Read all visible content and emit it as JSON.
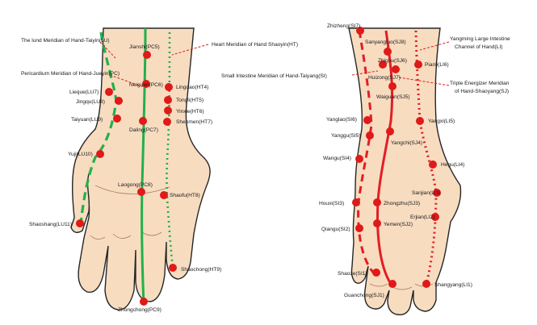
{
  "colors": {
    "skin": "#f7dcc0",
    "skin_shade": "#ecc7a4",
    "outline": "#262626",
    "point": "#e01919",
    "green": "#22b04b",
    "red": "#e31e24",
    "leader": "#d82020"
  },
  "left_hand": {
    "meridians": [
      {
        "id": "lu",
        "label": "The lund Meridian of Hand-Taiyin(LU)"
      },
      {
        "id": "pc",
        "label": "Pericardium Meridian of Hand-Jueyin(PC)"
      },
      {
        "id": "ht",
        "label": "Heart Meridian of Hand Shaoyin(HT)"
      }
    ],
    "points": {
      "jianshi": "Jianshi(PC5)",
      "neiguan": "Neiguan(PC6)",
      "lingdao": "Lingdao(HT4)",
      "lieque": "Lieque(LU7)",
      "tongli": "Tongli(HT5)",
      "jingqu": "Jingqu(LU8)",
      "yinxie": "Yinxie(HT6)",
      "taiyuan": "Taiyuan(LU9)",
      "daling": "Daling(PC7)",
      "shenmen": "Shenmen(HT7)",
      "yuji": "Yuji(LU10)",
      "laogong": "Laogong(PC8)",
      "shaofu": "Shaofu(HT8)",
      "shaoshang": "Shaoshang(LU11)",
      "shaochong": "Shaochong(HT9)",
      "zhongchong": "Zhongchong(PC9)"
    }
  },
  "right_hand": {
    "meridians": [
      {
        "id": "li",
        "label_line1": "Yangming Large Intestine",
        "label_line2": "Channel of Hand(LI)"
      },
      {
        "id": "si",
        "label": "Small Intestine Meridian of Hand-Taiyang(SI)"
      },
      {
        "id": "sj",
        "label_line1": "Triple Energizer Meridian",
        "label_line2": "of Hand-Shaoyang(SJ)"
      }
    ],
    "points": {
      "zhizheng": "Zhizheng(SI7)",
      "sanyangluo": "Sanyangluo(SJ8)",
      "zhigou": "Zhigou(SJ6)",
      "pianli": "Pianli(LI6)",
      "huizong": "Huizong(SJ7)",
      "waiguan": "Waiguan(SJ5)",
      "yanglao": "Yanglao(SI6)",
      "yangxi": "Yangxi(LI5)",
      "yanggu": "Yanggu(SI5)",
      "yangchi": "Yangchi(SJ4)",
      "wangu": "Wangu(SI4)",
      "hegu": "Hegu(LI4)",
      "sanjian": "Sanjian(LI3)",
      "houxi": "Houxi(SI3)",
      "zhongzhu": "Zhongzhu(SJ3)",
      "erjian": "Erjian(LI2)",
      "qiangu": "Qiangu(SI2)",
      "yemen": "Yemen(SJ2)",
      "shaoze": "Shaoze(SI1)",
      "shangyang": "Shangyang(LI1)",
      "guanchong": "Guanchong(SJ1)"
    }
  }
}
